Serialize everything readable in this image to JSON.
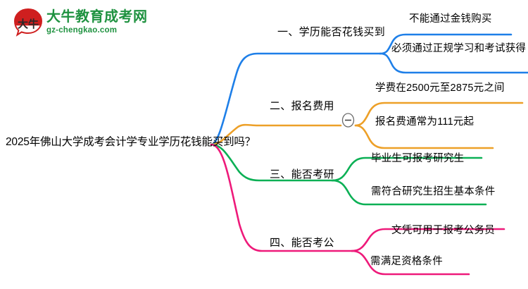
{
  "logo": {
    "mark_text": "大牛",
    "title": "大牛教育成考网",
    "domain": "gz-chengkao.com",
    "color": "#1f9240",
    "mark_color": "#cf1f1f"
  },
  "mindmap": {
    "root": {
      "label": "2025年佛山大学成考会计学专业学历花钱能买到吗？"
    },
    "branches": [
      {
        "label": "一、学历能否花钱买到",
        "color": "#1e7fe8",
        "collapsed_control": false,
        "children": [
          {
            "label": "不能通过金钱购买"
          },
          {
            "label": "必须通过正规学习和考试获得"
          }
        ]
      },
      {
        "label": "二、报名费用",
        "color": "#eda028",
        "collapsed_control": true,
        "collapse_icon": "minus-circle-icon",
        "children": [
          {
            "label": "学费在2500元至2875元之间"
          },
          {
            "label": "报名费通常为111元起"
          }
        ]
      },
      {
        "label": "三、能否考研",
        "color": "#0bb055",
        "collapsed_control": false,
        "children": [
          {
            "label": "毕业生可报考研究生"
          },
          {
            "label": "需符合研究生招生基本条件"
          }
        ]
      },
      {
        "label": "四、能否考公",
        "color": "#ee1a7a",
        "collapsed_control": false,
        "children": [
          {
            "label": "文凭可用于报考公务员"
          },
          {
            "label": "需满足资格条件"
          }
        ]
      }
    ]
  }
}
